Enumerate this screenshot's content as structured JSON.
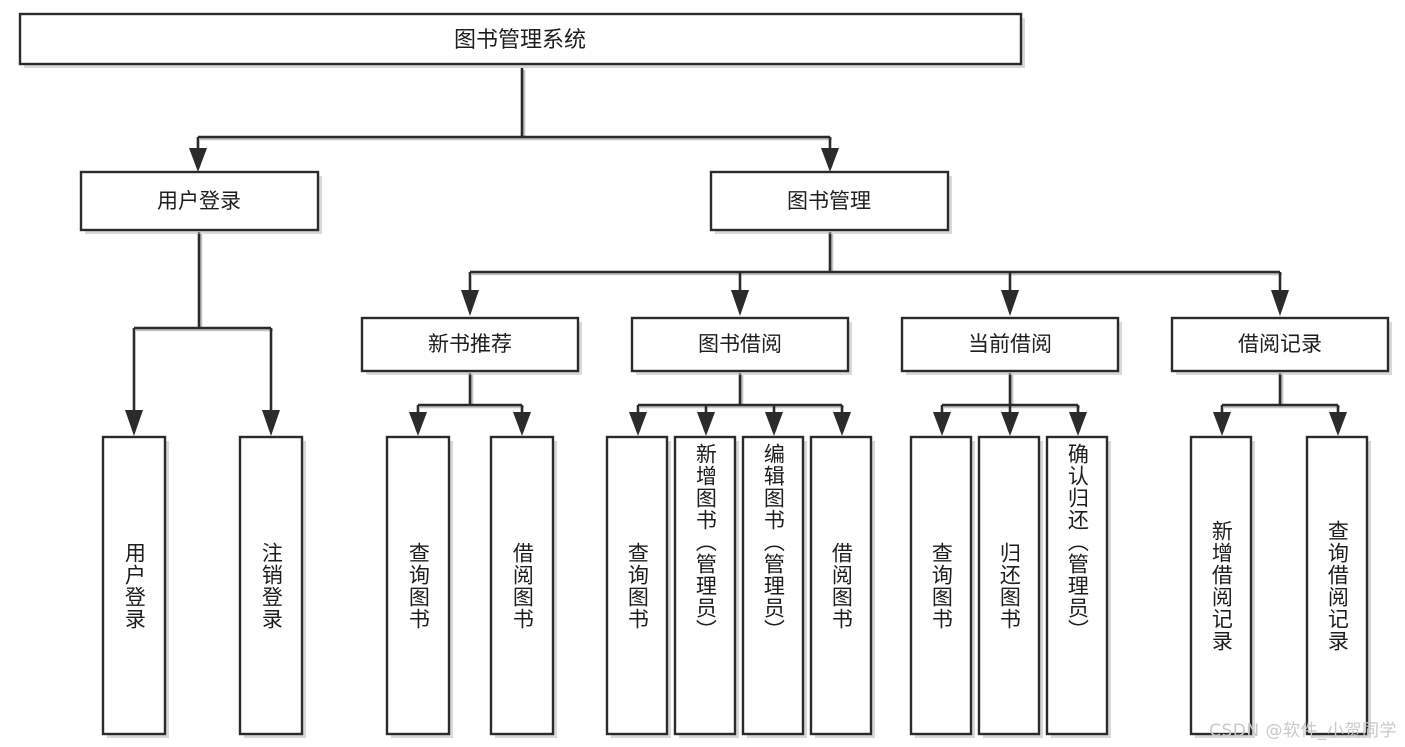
{
  "diagram": {
    "type": "tree",
    "title": "图书管理系统",
    "watermark": "CSDN @软件_小贺同学",
    "colors": {
      "box_stroke": "#2b2b2b",
      "box_fill": "#ffffff",
      "connector": "#2b2b2b",
      "shadow": "#b9b9b9",
      "text": "#1d1d1d",
      "watermark": "#c9c9c9"
    },
    "root": {
      "label": "图书管理系统",
      "orientation": "horizontal"
    },
    "level1": [
      {
        "label": "用户登录",
        "orientation": "horizontal"
      },
      {
        "label": "图书管理",
        "orientation": "horizontal"
      }
    ],
    "level2": [
      {
        "label": "新书推荐",
        "orientation": "horizontal",
        "parent": "图书管理"
      },
      {
        "label": "图书借阅",
        "orientation": "horizontal",
        "parent": "图书管理"
      },
      {
        "label": "当前借阅",
        "orientation": "horizontal",
        "parent": "图书管理"
      },
      {
        "label": "借阅记录",
        "orientation": "horizontal",
        "parent": "图书管理"
      }
    ],
    "leaves": [
      {
        "label": "用户登录",
        "parent": "用户登录",
        "orientation": "vertical"
      },
      {
        "label": "注销登录",
        "parent": "用户登录",
        "orientation": "vertical"
      },
      {
        "label": "查询图书",
        "parent": "新书推荐",
        "orientation": "vertical"
      },
      {
        "label": "借阅图书",
        "parent": "新书推荐",
        "orientation": "vertical"
      },
      {
        "label": "查询图书",
        "parent": "图书借阅",
        "orientation": "vertical"
      },
      {
        "label": "新增图书（管理员）",
        "parent": "图书借阅",
        "orientation": "vertical"
      },
      {
        "label": "编辑图书（管理员）",
        "parent": "图书借阅",
        "orientation": "vertical"
      },
      {
        "label": "借阅图书",
        "parent": "图书借阅",
        "orientation": "vertical"
      },
      {
        "label": "查询图书",
        "parent": "当前借阅",
        "orientation": "vertical"
      },
      {
        "label": "归还图书",
        "parent": "当前借阅",
        "orientation": "vertical"
      },
      {
        "label": "确认归还（管理员）",
        "parent": "当前借阅",
        "orientation": "vertical"
      },
      {
        "label": "新增借阅记录",
        "parent": "借阅记录",
        "orientation": "vertical"
      },
      {
        "label": "查询借阅记录",
        "parent": "借阅记录",
        "orientation": "vertical"
      }
    ]
  }
}
